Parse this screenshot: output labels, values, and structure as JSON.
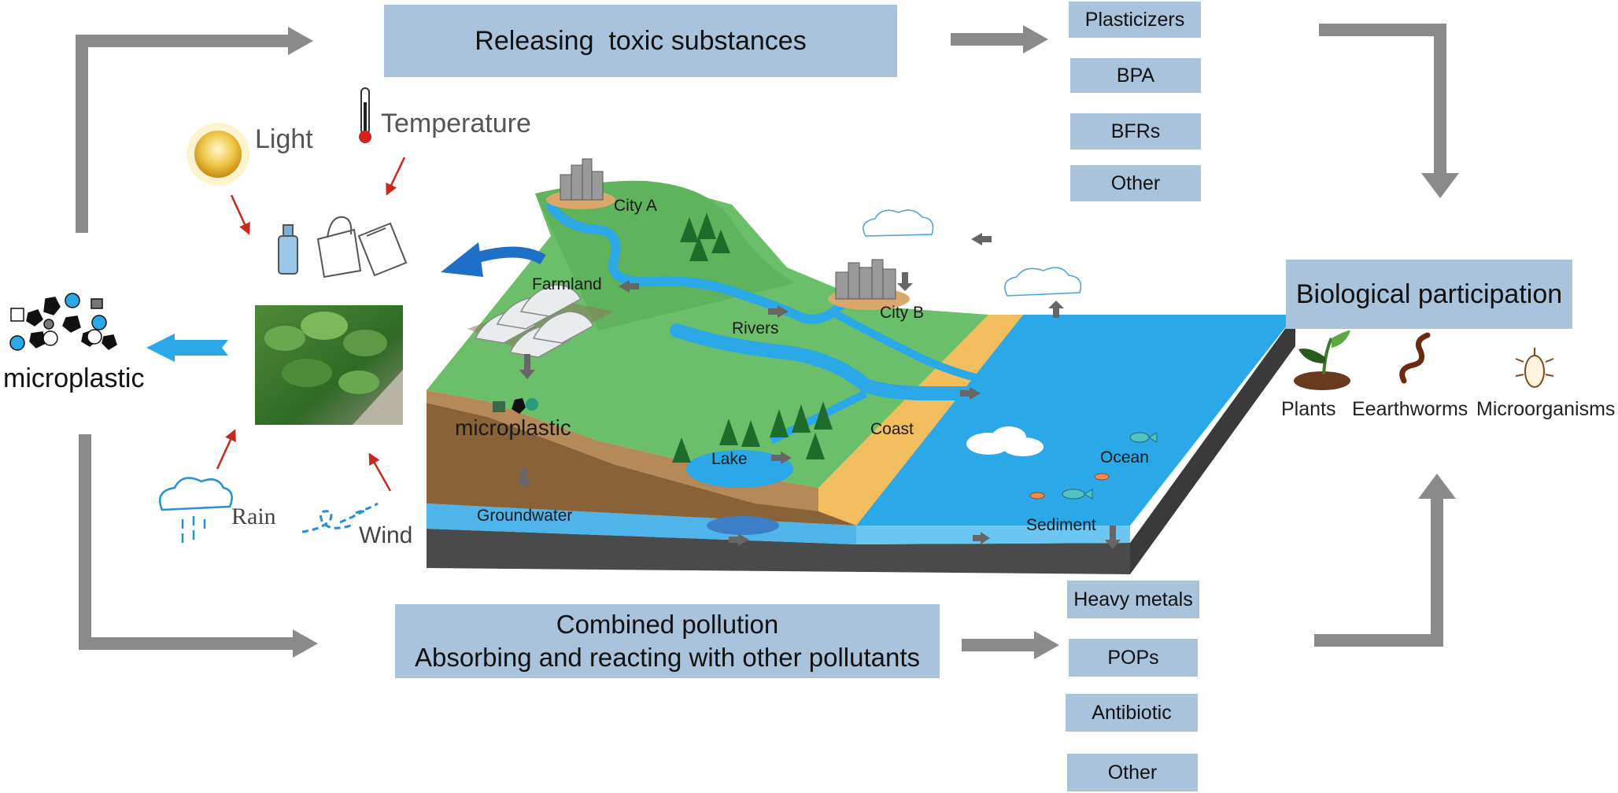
{
  "top_process": {
    "label": "Releasing  toxic substances"
  },
  "toxic_substances": [
    "Plasticizers",
    "BPA",
    "BFRs",
    "Other"
  ],
  "bottom_process": {
    "line1": "Combined pollution",
    "line2": "Absorbing and reacting with other pollutants"
  },
  "co_pollutants": [
    "Heavy metals",
    "POPs",
    "Antibiotic",
    "Other"
  ],
  "biological": {
    "title": "Biological participation",
    "organisms": [
      {
        "label": "Plants",
        "icon": "plant-icon"
      },
      {
        "label": "Eearthworms",
        "icon": "earthworm-icon"
      },
      {
        "label": "Microorganisms",
        "icon": "microorganism-icon"
      }
    ]
  },
  "factors": {
    "light": "Light",
    "temperature": "Temperature",
    "rain": "Rain",
    "wind": "Wind"
  },
  "microplastic_label": "microplastic",
  "scene": {
    "city_a": "City A",
    "farmland": "Farmland",
    "rivers": "Rivers",
    "city_b": "City B",
    "microplastic": "microplastic",
    "lake": "Lake",
    "coast": "Coast",
    "ocean": "Ocean",
    "groundwater": "Groundwater",
    "sediment": "Sediment"
  },
  "colors": {
    "box_fill": "#a9c3dc",
    "arrow_gray": "#8a8a8a",
    "land_green": "#6cbf6a",
    "water_blue": "#2aa8e8",
    "coast_yellow": "#f2bd5c",
    "soil_brown": "#a67c52",
    "accent_blue": "#1d8fd8"
  }
}
